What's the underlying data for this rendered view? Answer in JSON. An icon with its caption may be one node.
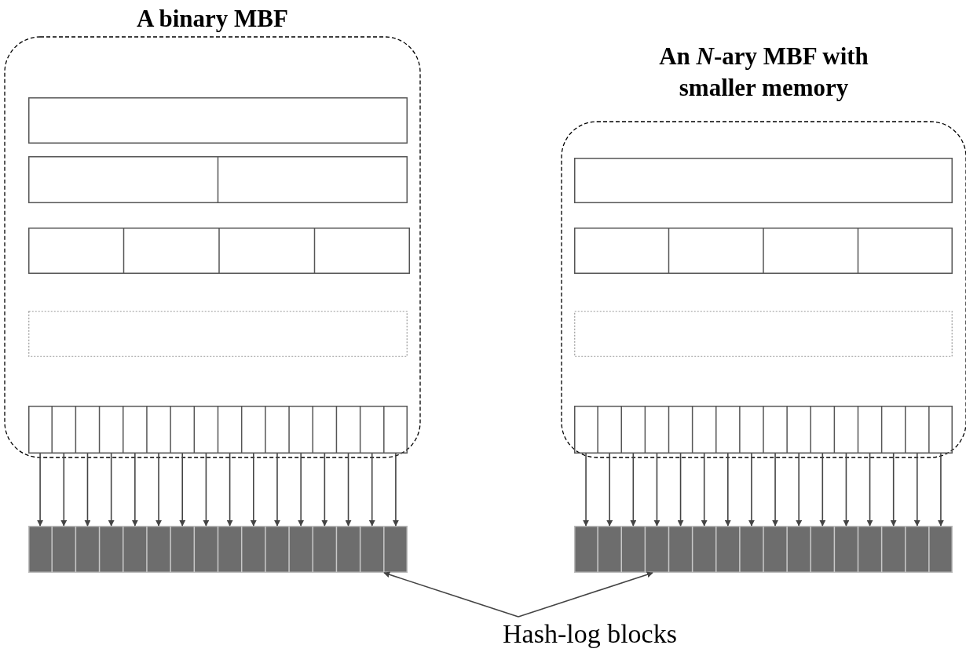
{
  "diagram": {
    "nodes": [
      {
        "text": [
          "A binary MBF"
        ]
      },
      {
        "text": [],
        "shape": "box",
        "in": 0
      },
      {
        "text": [],
        "shape": "box",
        "in": 0
      },
      {
        "text": [],
        "shape": "box",
        "in": 0
      },
      {
        "text": [],
        "shape": "box",
        "in": 0
      },
      {
        "text": [],
        "shape": "box",
        "in": 0
      },
      {
        "text": [
          "An *N*-ary MBF with smaller memory"
        ]
      },
      {
        "text": [],
        "shape": "box",
        "in": 6
      },
      {
        "text": [],
        "shape": "box",
        "in": 6
      },
      {
        "text": [],
        "shape": "box",
        "in": 6
      },
      {
        "text": [],
        "shape": "box",
        "in": 6
      },
      {
        "text": [],
        "shape": "bar"
      },
      {
        "text": [],
        "shape": "bar"
      },
      {
        "text": [
          "Hash-log blocks"
        ]
      }
    ],
    "edges": [
      {
        "from": 5,
        "to": 11,
        "arrow": "to"
      },
      {
        "from": 5,
        "to": 11,
        "arrow": "to"
      },
      {
        "from": 5,
        "to": 11,
        "arrow": "to"
      },
      {
        "from": 5,
        "to": 11,
        "arrow": "to"
      },
      {
        "from": 5,
        "to": 11,
        "arrow": "to"
      },
      {
        "from": 5,
        "to": 11,
        "arrow": "to"
      },
      {
        "from": 5,
        "to": 11,
        "arrow": "to"
      },
      {
        "from": 5,
        "to": 11,
        "arrow": "to"
      },
      {
        "from": 5,
        "to": 11,
        "arrow": "to"
      },
      {
        "from": 5,
        "to": 11,
        "arrow": "to"
      },
      {
        "from": 5,
        "to": 11,
        "arrow": "to"
      },
      {
        "from": 5,
        "to": 11,
        "arrow": "to"
      },
      {
        "from": 5,
        "to": 11,
        "arrow": "to"
      },
      {
        "from": 5,
        "to": 11,
        "arrow": "to"
      },
      {
        "from": 5,
        "to": 11,
        "arrow": "to"
      },
      {
        "from": 5,
        "to": 11,
        "arrow": "to"
      },
      {
        "from": 10,
        "to": 12,
        "arrow": "to"
      },
      {
        "from": 10,
        "to": 12,
        "arrow": "to"
      },
      {
        "from": 10,
        "to": 12,
        "arrow": "to"
      },
      {
        "from": 10,
        "to": 12,
        "arrow": "to"
      },
      {
        "from": 10,
        "to": 12,
        "arrow": "to"
      },
      {
        "from": 10,
        "to": 12,
        "arrow": "to"
      },
      {
        "from": 10,
        "to": 12,
        "arrow": "to"
      },
      {
        "from": 10,
        "to": 12,
        "arrow": "to"
      },
      {
        "from": 10,
        "to": 12,
        "arrow": "to"
      },
      {
        "from": 10,
        "to": 12,
        "arrow": "to"
      },
      {
        "from": 10,
        "to": 12,
        "arrow": "to"
      },
      {
        "from": 10,
        "to": 12,
        "arrow": "to"
      },
      {
        "from": 10,
        "to": 12,
        "arrow": "to"
      },
      {
        "from": 10,
        "to": 12,
        "arrow": "to"
      },
      {
        "from": 10,
        "to": 12,
        "arrow": "to"
      },
      {
        "from": 10,
        "to": 12,
        "arrow": "to"
      },
      {
        "from": 13,
        "to": 11,
        "arrow": "to"
      },
      {
        "from": 13,
        "to": 12,
        "arrow": "to"
      }
    ]
  }
}
